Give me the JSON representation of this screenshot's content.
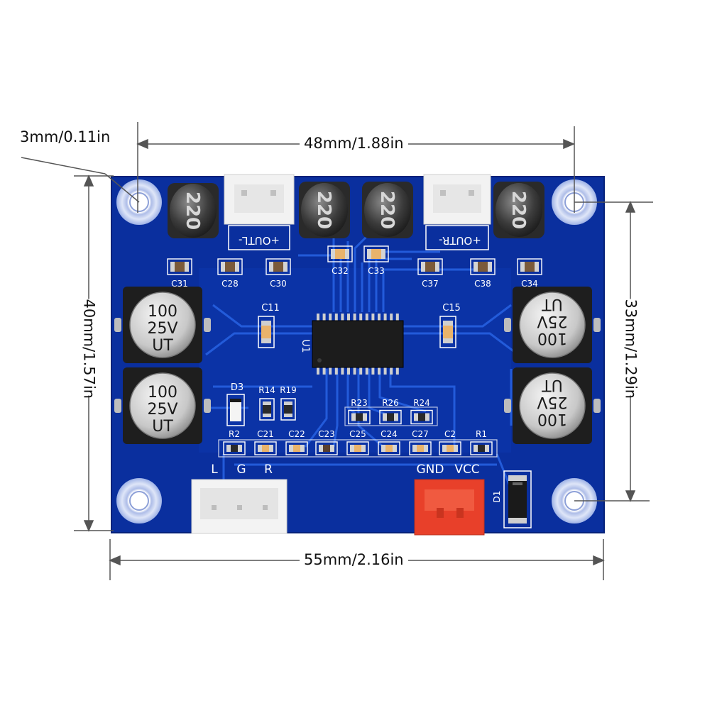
{
  "dimensions": {
    "hole": "3mm/0.11in",
    "top_width": "48mm/1.88in",
    "bottom_width": "55mm/2.16in",
    "left_height": "40mm/1.57in",
    "right_height": "33mm/1.29in"
  },
  "board": {
    "inductor_label": "220",
    "capacitor_lines": [
      "100",
      "25V",
      "UT"
    ],
    "out_left": "+OUTL-",
    "out_right": "+OUTR-",
    "ic_label": "U1",
    "input_labels": [
      "L",
      "G",
      "R"
    ],
    "power_labels": [
      "GND",
      "VCC"
    ],
    "diode_label": "D1",
    "d3_label": "D3",
    "r14": "R14",
    "r19": "R19",
    "caps_top": [
      "C31",
      "C28",
      "C30",
      "C32",
      "C33",
      "C37",
      "C38",
      "C34"
    ],
    "c11": "C11",
    "c15": "C15",
    "res_mid": [
      "R23",
      "R26",
      "R24"
    ],
    "bottom_row": [
      "R2",
      "C21",
      "C22",
      "C23",
      "C25",
      "C24",
      "C27",
      "C2",
      "R1"
    ]
  },
  "colors": {
    "pcb": "#0a2f9e",
    "pcb_trace": "#1f52d6",
    "silk": "#ffffff",
    "power_connector": "#e8402a"
  }
}
